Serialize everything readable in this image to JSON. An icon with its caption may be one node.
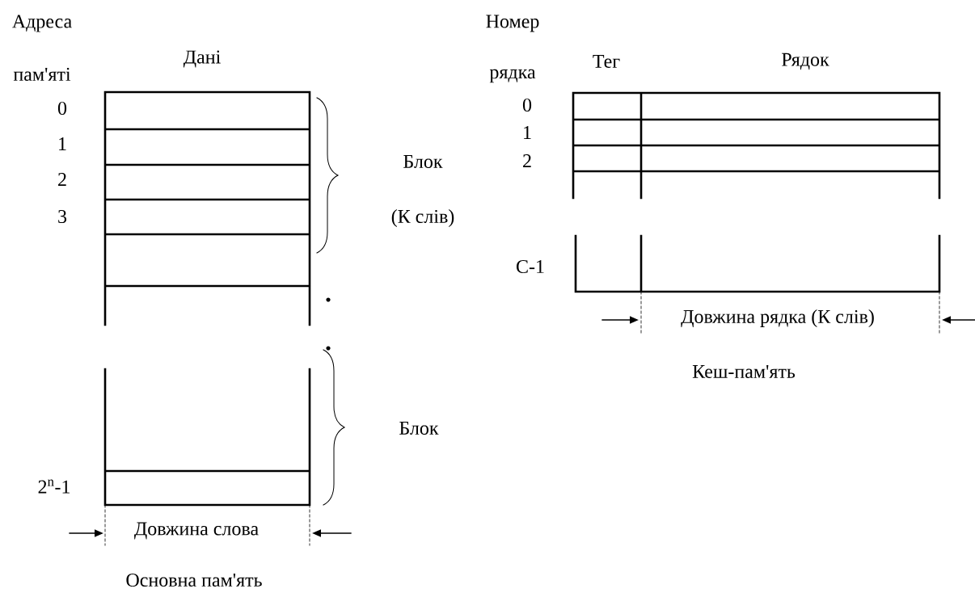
{
  "diagram": {
    "labels": [
      "Адреса",
      "Номер",
      "Дані",
      "Тег",
      "Рядок",
      "пам'яті",
      "рядка",
      "0",
      "0",
      "1",
      "1",
      "2",
      "2",
      "Блок",
      "3",
      "(К слів)",
      "С-1",
      "Довжина рядка (К слів)",
      "Кеш-пам'ять",
      "Блок",
      "2$^{n}$-1",
      "Довжина слова",
      "Основна пам'ять"
    ]
  }
}
